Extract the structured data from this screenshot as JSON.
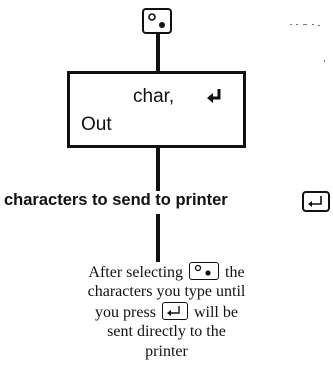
{
  "top_key": {
    "icon": "mode-key-icon"
  },
  "box": {
    "line1": "char,",
    "line1_icon": "enter-arrow-icon",
    "line2": "Out"
  },
  "prompt": {
    "text": "characters to send to printer",
    "icon": "enter-key-icon"
  },
  "description": {
    "part1": "After selecting",
    "icon1": "mode-key-icon",
    "part2": "the",
    "line2": "characters you type until",
    "part3": "you press",
    "icon2": "enter-key-icon",
    "part4": "will be",
    "line4": "sent directly to the",
    "line5": "printer"
  }
}
